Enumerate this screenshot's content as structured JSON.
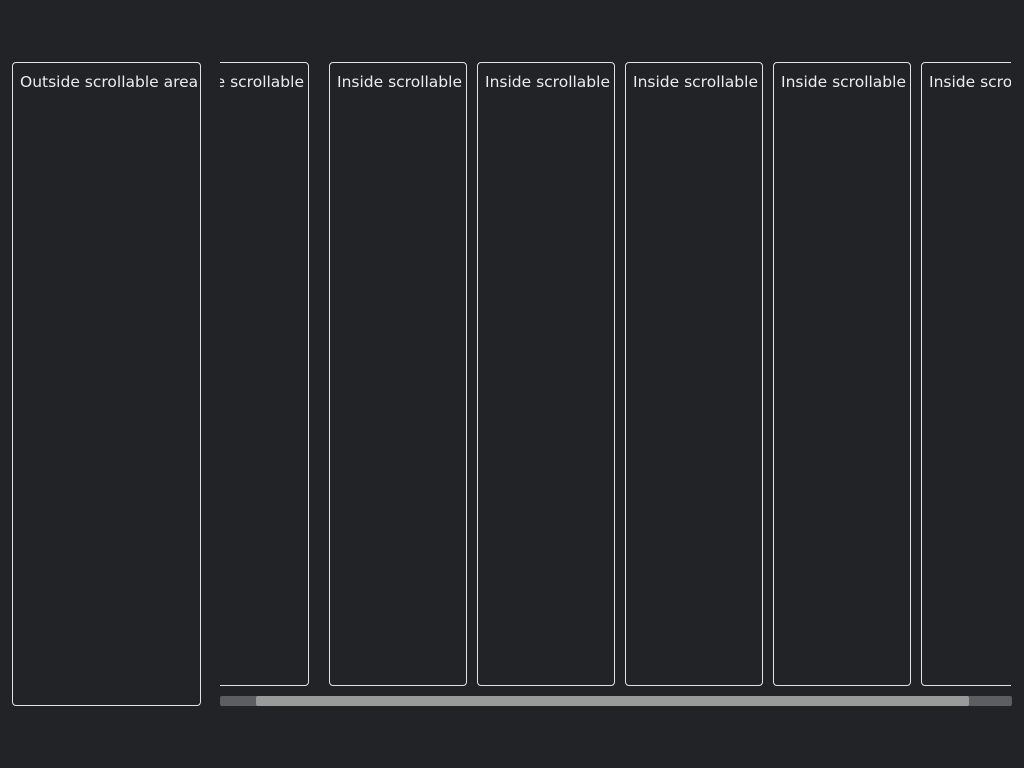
{
  "outside_panel": {
    "label": "Outside scrollable area"
  },
  "scroll_area": {
    "items": [
      {
        "label": "Inside scrollable area"
      },
      {
        "label": "Inside scrollable area"
      },
      {
        "label": "Inside scrollable area"
      },
      {
        "label": "Inside scrollable area"
      },
      {
        "label": "Inside scrollable area"
      },
      {
        "label": "Inside scrollable area"
      }
    ],
    "scrollbar": {
      "thumb_start_fraction": 0.045,
      "thumb_end_fraction": 0.945
    }
  },
  "colors": {
    "background": "#222327",
    "border": "#e2e2e2",
    "text": "#ececec",
    "scrollbar_track": "#5d5e61",
    "scrollbar_thumb": "#9a9a9a"
  }
}
